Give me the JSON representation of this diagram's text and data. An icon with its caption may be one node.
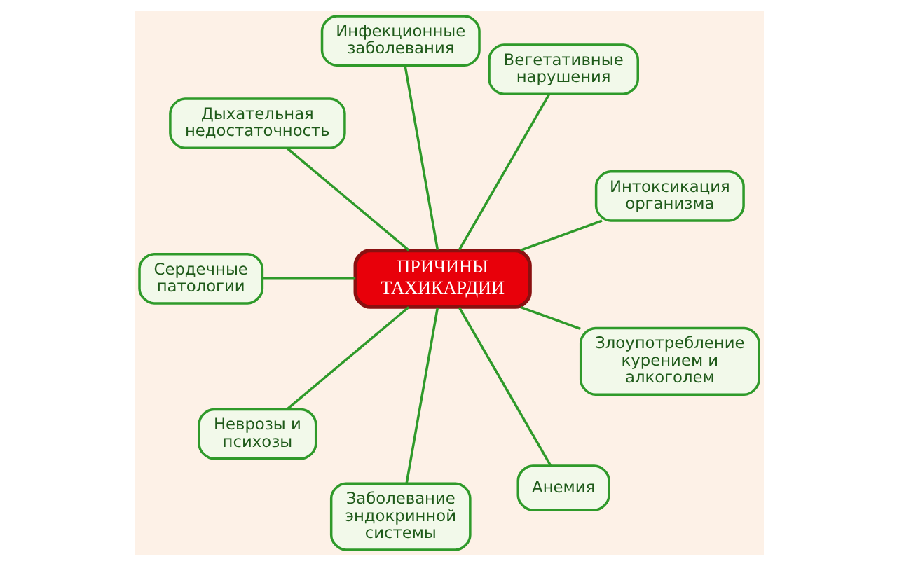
{
  "diagram": {
    "nodes": [
      {
        "text": [
          "ПРИЧИНЫ ТАХИКАРДИИ"
        ]
      },
      {
        "text": [
          "Интоксикация организма"
        ]
      },
      {
        "text": [
          "Вегетативные нарушения"
        ]
      },
      {
        "text": [
          "Инфекционные заболевания"
        ]
      },
      {
        "text": [
          "Дыхательная недостаточность"
        ]
      },
      {
        "text": [
          "Сердечные патологии"
        ]
      },
      {
        "text": [
          "Неврозы и психозы"
        ]
      },
      {
        "text": [
          "Заболевание эндокринной системы"
        ]
      },
      {
        "text": [
          "Анемия"
        ]
      },
      {
        "text": [
          "Злоупотребление курением и алкоголем"
        ]
      }
    ],
    "edges": [
      {
        "from": 0,
        "to": 1,
        "arrow": "none"
      },
      {
        "from": 0,
        "to": 2,
        "arrow": "none"
      },
      {
        "from": 0,
        "to": 3,
        "arrow": "none"
      },
      {
        "from": 0,
        "to": 4,
        "arrow": "none"
      },
      {
        "from": 0,
        "to": 5,
        "arrow": "none"
      },
      {
        "from": 0,
        "to": 6,
        "arrow": "none"
      },
      {
        "from": 0,
        "to": 7,
        "arrow": "none"
      },
      {
        "from": 0,
        "to": 8,
        "arrow": "none"
      },
      {
        "from": 0,
        "to": 9,
        "arrow": "none"
      }
    ]
  }
}
